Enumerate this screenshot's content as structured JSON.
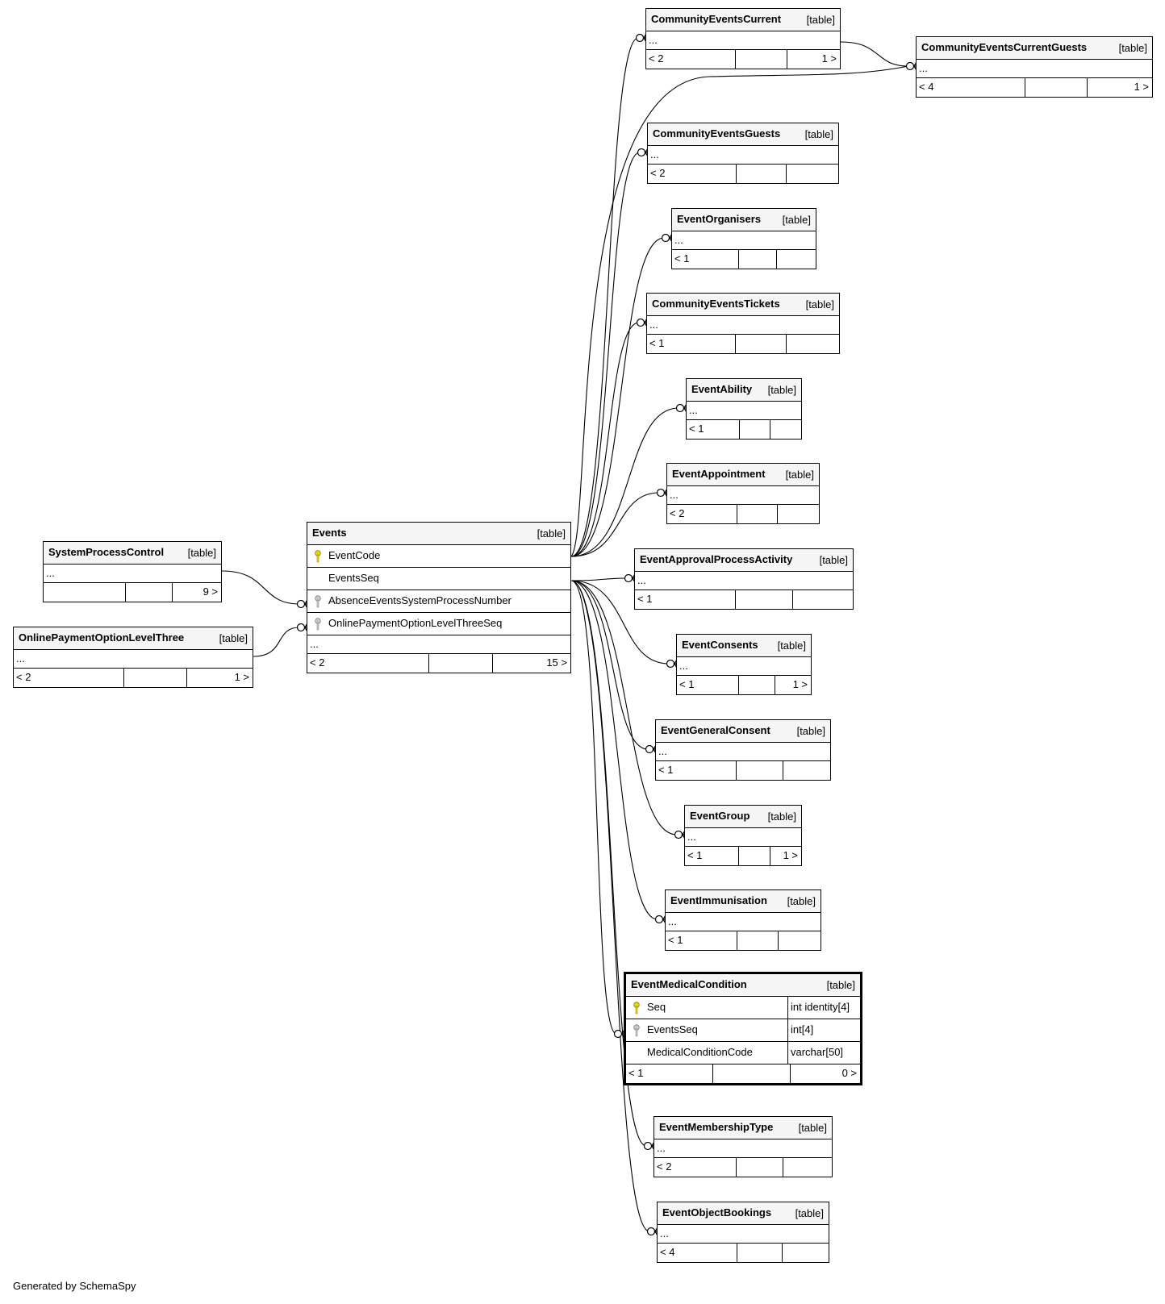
{
  "generated_by": "Generated by SchemaSpy",
  "kind_label": "[table]",
  "ellipsis": "...",
  "main_table": {
    "name": "Events",
    "kind": "[table]",
    "columns": [
      {
        "name": "EventCode",
        "key": "primary"
      },
      {
        "name": "EventsSeq",
        "key": ""
      },
      {
        "name": "AbsenceEventsSystemProcessNumber",
        "key": "foreign"
      },
      {
        "name": "OnlinePaymentOptionLevelThreeSeq",
        "key": "foreign"
      }
    ],
    "ellipsis": "...",
    "footer": [
      "< 2",
      "",
      "15 >"
    ]
  },
  "focus_table": {
    "name": "EventMedicalCondition",
    "kind": "[table]",
    "columns": [
      {
        "name": "Seq",
        "type": "int identity[4]",
        "key": "primary"
      },
      {
        "name": "EventsSeq",
        "type": "int[4]",
        "key": "foreign"
      },
      {
        "name": "MedicalConditionCode",
        "type": "varchar[50]",
        "key": ""
      }
    ],
    "footer": [
      "< 1",
      "",
      "0 >"
    ]
  },
  "related_tables": [
    {
      "id": "CommunityEventsCurrent",
      "name": "CommunityEventsCurrent",
      "footer": [
        "< 2",
        "",
        "1 >"
      ]
    },
    {
      "id": "CommunityEventsCurrentGuests",
      "name": "CommunityEventsCurrentGuests",
      "footer": [
        "< 4",
        "",
        "1 >"
      ]
    },
    {
      "id": "CommunityEventsGuests",
      "name": "CommunityEventsGuests",
      "footer": [
        "< 2",
        "",
        ""
      ]
    },
    {
      "id": "EventOrganisers",
      "name": "EventOrganisers",
      "footer": [
        "< 1",
        "",
        ""
      ]
    },
    {
      "id": "CommunityEventsTickets",
      "name": "CommunityEventsTickets",
      "footer": [
        "< 1",
        "",
        ""
      ]
    },
    {
      "id": "EventAbility",
      "name": "EventAbility",
      "footer": [
        "< 1",
        "",
        ""
      ]
    },
    {
      "id": "EventAppointment",
      "name": "EventAppointment",
      "footer": [
        "< 2",
        "",
        ""
      ]
    },
    {
      "id": "EventApprovalProcessActivity",
      "name": "EventApprovalProcessActivity",
      "footer": [
        "< 1",
        "",
        ""
      ]
    },
    {
      "id": "EventConsents",
      "name": "EventConsents",
      "footer": [
        "< 1",
        "",
        "1 >"
      ]
    },
    {
      "id": "EventGeneralConsent",
      "name": "EventGeneralConsent",
      "footer": [
        "< 1",
        "",
        ""
      ]
    },
    {
      "id": "EventGroup",
      "name": "EventGroup",
      "footer": [
        "< 1",
        "",
        "1 >"
      ]
    },
    {
      "id": "EventImmunisation",
      "name": "EventImmunisation",
      "footer": [
        "< 1",
        "",
        ""
      ]
    },
    {
      "id": "EventMembershipType",
      "name": "EventMembershipType",
      "footer": [
        "< 2",
        "",
        ""
      ]
    },
    {
      "id": "EventObjectBookings",
      "name": "EventObjectBookings",
      "footer": [
        "< 4",
        "",
        ""
      ]
    },
    {
      "id": "SystemProcessControl",
      "name": "SystemProcessControl",
      "footer": [
        "",
        "",
        "9 >"
      ]
    },
    {
      "id": "OnlinePaymentOptionLevelThree",
      "name": "OnlinePaymentOptionLevelThree",
      "footer": [
        "< 2",
        "",
        "1 >"
      ]
    }
  ],
  "colors": {
    "header_bg": "#f5f5f5",
    "primary_key": "#e8d800",
    "foreign_key": "#b0b0b0",
    "line": "#000000"
  }
}
